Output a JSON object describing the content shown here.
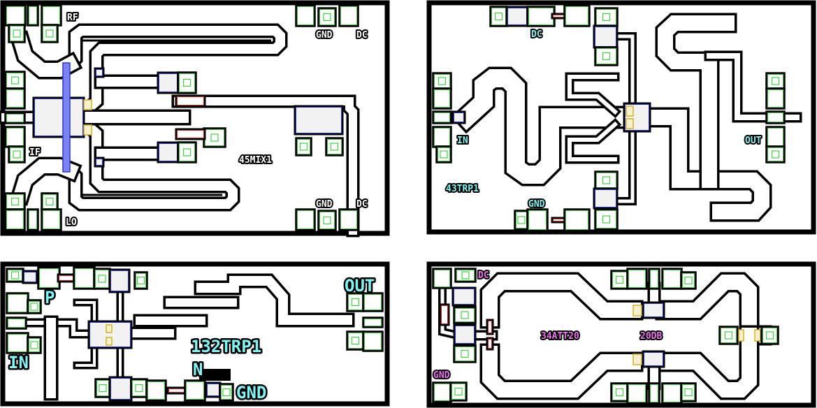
{
  "colors": {
    "outline": "#000000",
    "pad": "#3fd23f",
    "device": "#2a36d8",
    "resistor": "#e02020",
    "via": "#d8b020",
    "label_p1": "#ffffff",
    "label_p2": "#7ff6f6",
    "label_p3": "#7ff6f6",
    "label_p4": "#f070f0"
  },
  "p1": {
    "rf": "RF",
    "gnd_top": "GND",
    "dc_top": "DC",
    "if": "IF",
    "title": "45MIX1",
    "gnd_bottom": "GND",
    "dc_bottom": "DC",
    "lo": "LO"
  },
  "p2": {
    "dc": "DC",
    "in": "IN",
    "title": "43TRP1",
    "gnd": "GND",
    "out": "OUT"
  },
  "p3": {
    "out": "OUT",
    "p": "P",
    "in": "IN",
    "title": "132TRP1",
    "n": "N",
    "gnd": "GND"
  },
  "p4": {
    "dc": "DC",
    "gnd": "GND",
    "title": "34ATT20",
    "atten": "20DB"
  }
}
